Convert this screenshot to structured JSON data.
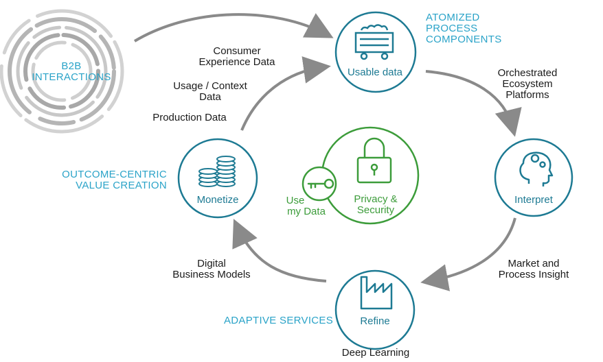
{
  "colors": {
    "teal": "#1d7a93",
    "caption": "#2aa3c8",
    "green": "#3c9c3a",
    "arrow": "#8a8a8a",
    "text": "#1a1a1a",
    "rings": "#bdbdbd"
  },
  "b2b": {
    "line1": "B2B",
    "line2": "INTERACTIONS"
  },
  "nodes": {
    "usable": {
      "label": "Usable data",
      "icon": "data-cart-icon"
    },
    "interpret": {
      "label": "Interpret",
      "icon": "head-gears-icon"
    },
    "refine": {
      "label": "Refine",
      "icon": "factory-icon"
    },
    "monetize": {
      "label": "Monetize",
      "icon": "coin-stacks-icon"
    },
    "privacy": {
      "line1": "Privacy &",
      "line2": "Security",
      "icon": "padlock-icon"
    },
    "use_data": {
      "line1": "Use",
      "line2": "my Data",
      "icon": "key-icon"
    }
  },
  "captions": {
    "atomized": [
      "ATOMIZED",
      "PROCESS",
      "COMPONENTS"
    ],
    "outcome": [
      "OUTCOME-CENTRIC",
      "VALUE CREATION"
    ],
    "adaptive": "ADAPTIVE SERVICES"
  },
  "labels": {
    "consumer": [
      "Consumer",
      "Experience Data"
    ],
    "usage": [
      "Usage / Context",
      "Data"
    ],
    "production": "Production Data",
    "orchestrated": [
      "Orchestrated",
      "Ecosystem",
      "Platforms"
    ],
    "market": [
      "Market and",
      "Process Insight"
    ],
    "digital": [
      "Digital",
      "Business Models"
    ],
    "deep": "Deep Learning"
  }
}
